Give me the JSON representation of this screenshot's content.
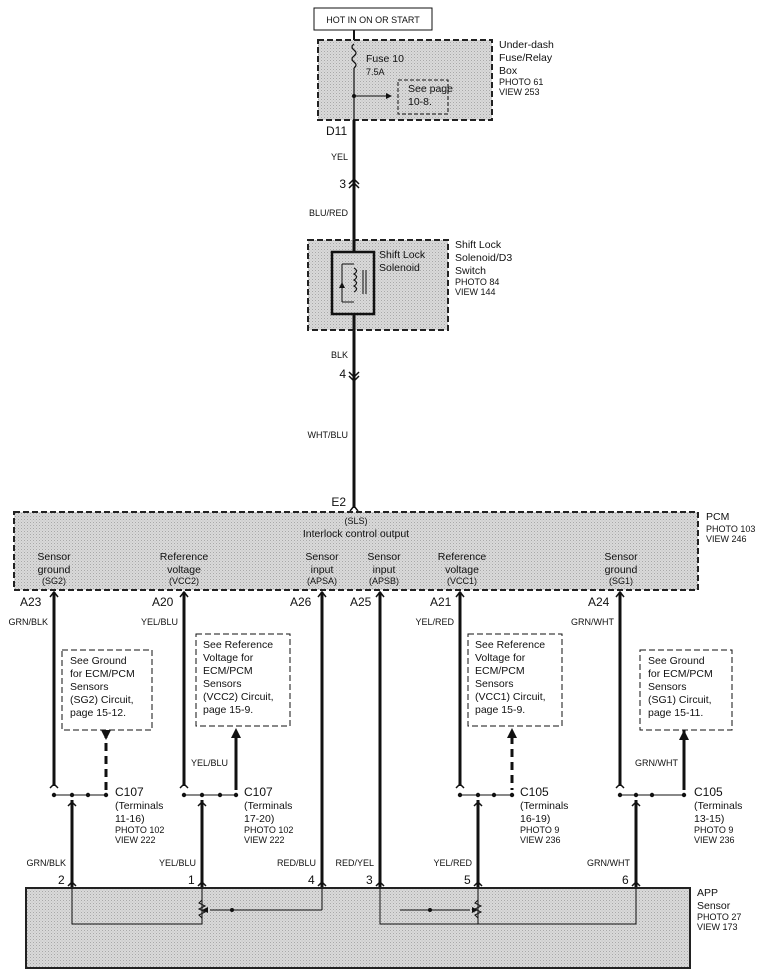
{
  "power": {
    "hot_label": "HOT IN ON OR START"
  },
  "fuse_box": {
    "name_line1": "Under-dash",
    "name_line2": "Fuse/Relay",
    "name_line3": "Box",
    "photo": "PHOTO 61",
    "view": "VIEW 253",
    "fuse_name": "Fuse 10",
    "fuse_rating": "7.5A",
    "see_page_line1": "See page",
    "see_page_line2": "10-8.",
    "terminal": "D11"
  },
  "wires": {
    "w1": "YEL",
    "w2": "BLU/RED",
    "w3": "BLK",
    "w4": "WHT/BLU",
    "grn_blk": "GRN/BLK",
    "yel_blu": "YEL/BLU",
    "yel_red": "YEL/RED",
    "grn_wht": "GRN/WHT",
    "red_blu": "RED/BLU",
    "red_yel": "RED/YEL"
  },
  "connectors": {
    "c3": "3",
    "c4": "4"
  },
  "solenoid": {
    "inner_line1": "Shift Lock",
    "inner_line2": "Solenoid",
    "name_line1": "Shift Lock",
    "name_line2": "Solenoid/D3",
    "name_line3": "Switch",
    "photo": "PHOTO 84",
    "view": "VIEW 144"
  },
  "pcm": {
    "e2": "E2",
    "name": "PCM",
    "photo": "PHOTO 103",
    "view": "VIEW 246",
    "sls": "(SLS)",
    "interlock": "Interlock control output",
    "pins": [
      {
        "line1": "Sensor",
        "line2": "ground",
        "abbr": "(SG2)",
        "pin": "A23"
      },
      {
        "line1": "Reference",
        "line2": "voltage",
        "abbr": "(VCC2)",
        "pin": "A20"
      },
      {
        "line1": "Sensor",
        "line2": "input",
        "abbr": "(APSA)",
        "pin": "A26"
      },
      {
        "line1": "Sensor",
        "line2": "input",
        "abbr": "(APSB)",
        "pin": "A25"
      },
      {
        "line1": "Reference",
        "line2": "voltage",
        "abbr": "(VCC1)",
        "pin": "A21"
      },
      {
        "line1": "Sensor",
        "line2": "ground",
        "abbr": "(SG1)",
        "pin": "A24"
      }
    ]
  },
  "refs": {
    "sg2": [
      "See Ground",
      "for ECM/PCM",
      "Sensors",
      "(SG2) Circuit,",
      "page 15-12."
    ],
    "vcc2": [
      "See Reference",
      "Voltage for",
      "ECM/PCM",
      "Sensors",
      "(VCC2) Circuit,",
      "page 15-9."
    ],
    "vcc1": [
      "See Reference",
      "Voltage for",
      "ECM/PCM",
      "Sensors",
      "(VCC1) Circuit,",
      "page 15-9."
    ],
    "sg1": [
      "See Ground",
      "for ECM/PCM",
      "Sensors",
      "(SG1) Circuit,",
      "page 15-11."
    ]
  },
  "junctions": {
    "c107a": {
      "name": "C107",
      "line2": "(Terminals",
      "line3": "11-16)",
      "photo": "PHOTO 102",
      "view": "VIEW 222"
    },
    "c107b": {
      "name": "C107",
      "line2": "(Terminals",
      "line3": "17-20)",
      "photo": "PHOTO 102",
      "view": "VIEW 222"
    },
    "c105a": {
      "name": "C105",
      "line2": "(Terminals",
      "line3": "16-19)",
      "photo": "PHOTO 9",
      "view": "VIEW 236"
    },
    "c105b": {
      "name": "C105",
      "line2": "(Terminals",
      "line3": "13-15)",
      "photo": "PHOTO 9",
      "view": "VIEW 236"
    }
  },
  "app": {
    "name_line1": "APP",
    "name_line2": "Sensor",
    "photo": "PHOTO 27",
    "view": "VIEW 173",
    "pins": [
      "2",
      "1",
      "4",
      "3",
      "5",
      "6"
    ]
  }
}
